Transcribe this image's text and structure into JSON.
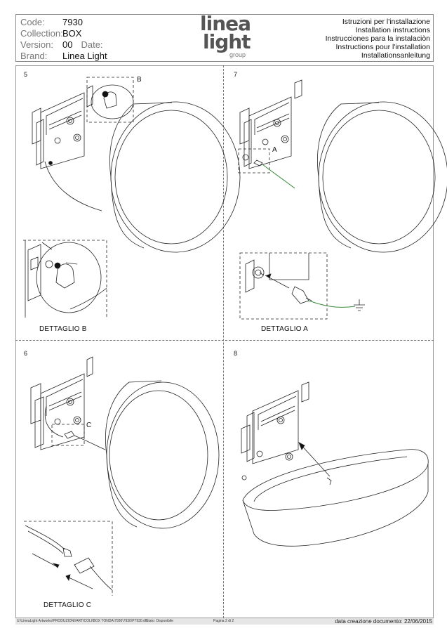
{
  "header": {
    "labels": {
      "code": "Code:",
      "collection": "Collection:",
      "version": "Version:",
      "brand": "Brand:",
      "date": "Date:"
    },
    "values": {
      "code": "7930",
      "collection": "BOX",
      "version": "00",
      "brand": "Linea Light"
    },
    "logo": {
      "line1": "linea",
      "line2": "light",
      "line3": "group"
    },
    "instructions": [
      "Istruzioni per l'installazione",
      "Installation instructions",
      "Instrucciones para la instalaciòn",
      "Instructions pour l'installation",
      "Installationsanleitung"
    ]
  },
  "steps": {
    "s5": {
      "num": "5",
      "callout": "B",
      "caption": "DETTAGLIO B"
    },
    "s7": {
      "num": "7",
      "callout": "A",
      "caption": "DETTAGLIO A"
    },
    "s6": {
      "num": "6",
      "callout": "C",
      "caption": "DETTAGLIO C"
    },
    "s8": {
      "num": "8"
    }
  },
  "footer": {
    "path": "U:\\LineaLight Artworks\\PRODUZIONI\\ARTICOLI\\BOX TONDA\\7930\\7930\\P7930.dft",
    "status": "Stato: Disponibile",
    "page": "Pagina 2 di 2",
    "date": "data creazione documento: 22/06/2015"
  }
}
